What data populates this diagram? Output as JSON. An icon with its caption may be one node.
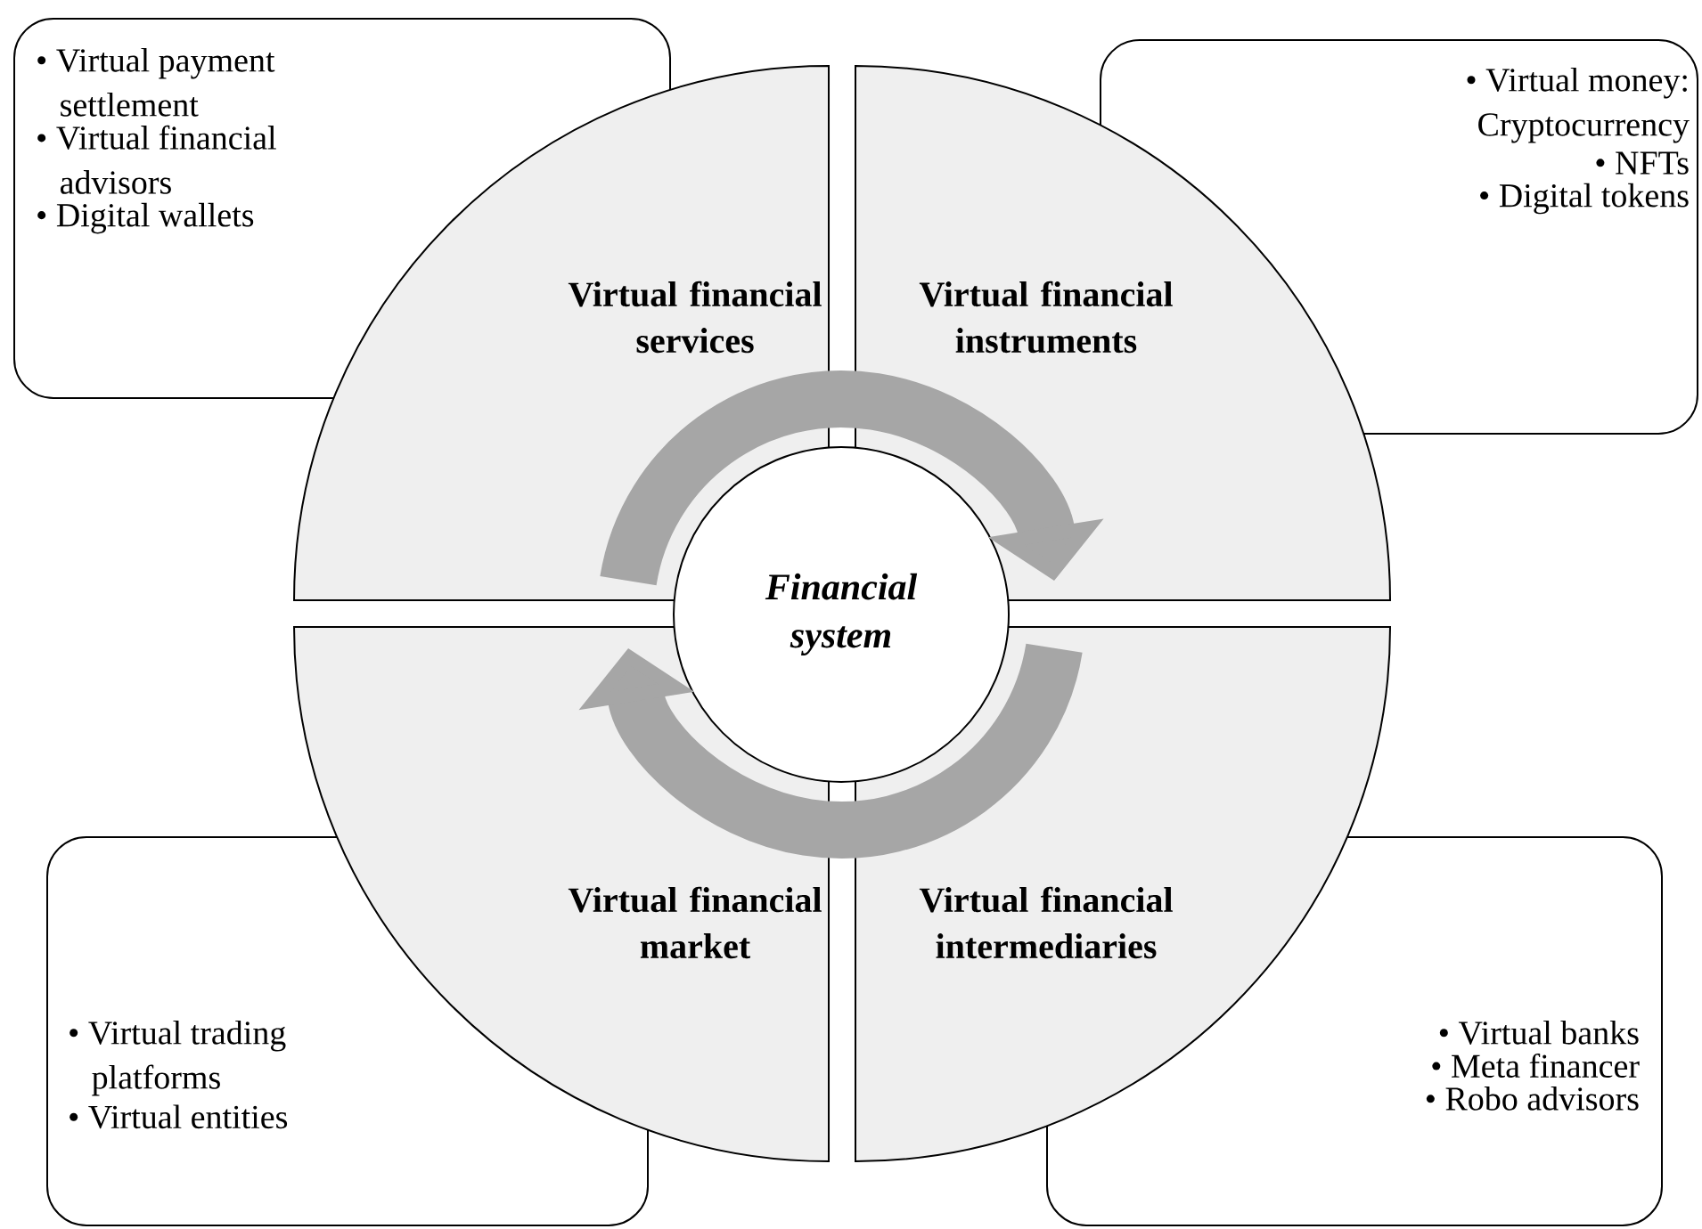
{
  "diagram": {
    "nodes": [
      {
        "text": [
          "• Virtual payment settlement",
          "• Virtual financial advisors",
          "• Digital wallets"
        ]
      },
      {
        "text": [
          "• Virtual money: Cryptocurrency",
          "• NFTs",
          "• Digital tokens"
        ]
      },
      {
        "text": [
          "Virtual financial services"
        ]
      },
      {
        "text": [
          "Virtual financial instruments"
        ]
      },
      {
        "text": [
          "Financial system"
        ]
      },
      {
        "text": [
          "Virtual financial market"
        ]
      },
      {
        "text": [
          "Virtual financial intermediaries"
        ]
      },
      {
        "text": [
          "• Virtual trading platforms",
          "• Virtual entities"
        ]
      },
      {
        "text": [
          "• Virtual banks",
          "• Meta financer",
          "• Robo advisors"
        ]
      }
    ],
    "edges": [
      {
        "from": 2,
        "to": 3,
        "arrow": "to"
      },
      {
        "from": 6,
        "to": 5,
        "arrow": "to"
      }
    ]
  }
}
